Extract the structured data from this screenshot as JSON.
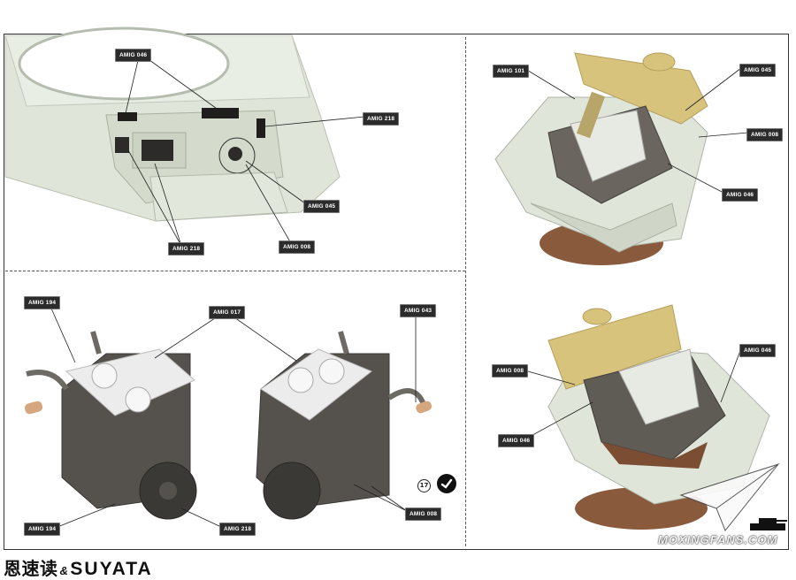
{
  "panels": {
    "hull_underside": {
      "callouts": [
        {
          "id": "c1",
          "text": "AMIG 046"
        },
        {
          "id": "c2",
          "text": "AMIG 218"
        },
        {
          "id": "c3",
          "text": "AMIG 045"
        },
        {
          "id": "c4",
          "text": "AMIG 008"
        },
        {
          "id": "c5",
          "text": "AMIG 218"
        }
      ]
    },
    "engine_left": {
      "callouts": [
        {
          "id": "c1",
          "text": "AMIG 194"
        },
        {
          "id": "c2",
          "text": "AMIG 017"
        },
        {
          "id": "c3",
          "text": "AMIG 194"
        },
        {
          "id": "c4",
          "text": "AMIG 218"
        }
      ]
    },
    "engine_right": {
      "callouts": [
        {
          "id": "c1",
          "text": "AMIG 043"
        },
        {
          "id": "c2",
          "text": "AMIG 008"
        }
      ]
    },
    "turret_top": {
      "callouts": [
        {
          "id": "c1",
          "text": "AMIG 101"
        },
        {
          "id": "c2",
          "text": "AMIG 045"
        },
        {
          "id": "c3",
          "text": "AMIG 008"
        },
        {
          "id": "c4",
          "text": "AMIG 046"
        }
      ]
    },
    "turret_bottom": {
      "callouts": [
        {
          "id": "c1",
          "text": "AMIG 008"
        },
        {
          "id": "c2",
          "text": "AMIG 046"
        },
        {
          "id": "c3",
          "text": "AMIG 046"
        }
      ]
    }
  },
  "step_number": "17",
  "footer": {
    "brand_cn": "恩速读",
    "amp": "&",
    "brand_latin": "SUYATA"
  },
  "watermark": "MOXINGFANS.COM",
  "colors": {
    "hull_primer": "#dfe5d8",
    "engine_grey": "#55524d",
    "turret_yellow": "#d8c37d",
    "turret_base": "#8a5a3c",
    "callout_bg": "#2b2b2b"
  }
}
